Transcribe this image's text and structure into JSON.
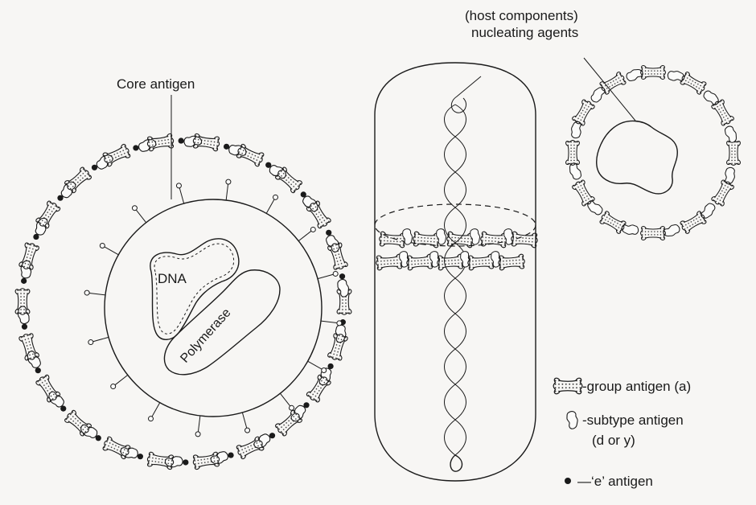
{
  "labels": {
    "core_antigen": "Core antigen",
    "dna": "DNA",
    "polymerase": "Polymerase",
    "host_components": "(host components)",
    "nucleating_agents": "nucleating agents"
  },
  "legend": {
    "group": "-group antigen (a)",
    "subtype_line1": "-subtype antigen",
    "subtype_line2": "(d or y)",
    "e_antigen": "—‘e’ antigen"
  },
  "colors": {
    "ink": "#1a1a1a",
    "paper": "#f7f6f4"
  }
}
